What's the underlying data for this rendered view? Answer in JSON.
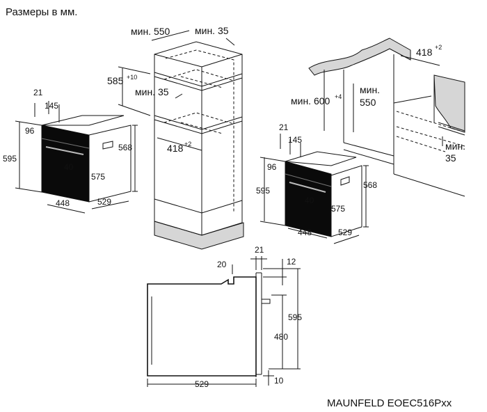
{
  "title": "Размеры в мм.",
  "model": "MAUNFELD EOEC516Pxx",
  "oven_left": {
    "d21": "21",
    "d145": "145",
    "d96": "96",
    "d595": "595",
    "d568": "568",
    "d40": "40",
    "d575": "575",
    "d448": "448",
    "d529": "529"
  },
  "cabinet_tall": {
    "min550": "мин. 550",
    "min35_top": "мин. 35",
    "h585": "585",
    "h585_sup": "+10",
    "min35_mid": "мин. 35",
    "w418": "418",
    "w418_sup": "+2"
  },
  "cabinet_under": {
    "w418": "418",
    "w418_sup": "+2",
    "min600": "мин. 600",
    "min600_sup": "+4",
    "min550_a": "мин.",
    "min550_b": "550",
    "min35_a": "мин.",
    "min35_b": "35"
  },
  "oven_right": {
    "d21": "21",
    "d145": "145",
    "d96": "96",
    "d595": "595",
    "d568": "568",
    "d40": "40",
    "d575": "575",
    "d448": "448",
    "d529": "529"
  },
  "side_view": {
    "d21": "21",
    "d20": "20",
    "d12": "12",
    "d595": "595",
    "d480": "480",
    "d529": "529",
    "d10": "10"
  }
}
